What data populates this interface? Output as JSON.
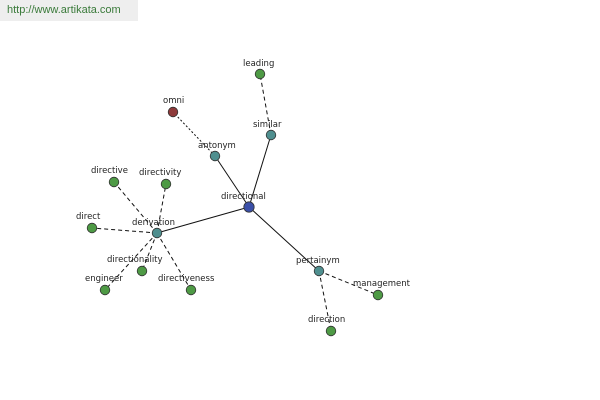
{
  "header": {
    "url": "http://www.artikata.com"
  },
  "colors": {
    "center": "#3a4fa8",
    "relation": "#4f8f8f",
    "word": "#4e9a45",
    "antonym_word": "#8e3a3a"
  },
  "graph": {
    "nodes": [
      {
        "id": "directional",
        "label": "directional",
        "kind": "center"
      },
      {
        "id": "derivation",
        "label": "derivation",
        "kind": "relation"
      },
      {
        "id": "antonym",
        "label": "antonym",
        "kind": "relation"
      },
      {
        "id": "similar",
        "label": "similar",
        "kind": "relation"
      },
      {
        "id": "pertainym",
        "label": "pertainym",
        "kind": "relation"
      },
      {
        "id": "leading",
        "label": "leading",
        "kind": "word"
      },
      {
        "id": "omni",
        "label": "omni",
        "kind": "antonym_word"
      },
      {
        "id": "directive",
        "label": "directive",
        "kind": "word"
      },
      {
        "id": "directivity",
        "label": "directivity",
        "kind": "word"
      },
      {
        "id": "direct",
        "label": "direct",
        "kind": "word"
      },
      {
        "id": "directionality",
        "label": "directionality",
        "kind": "word"
      },
      {
        "id": "engineer",
        "label": "engineer",
        "kind": "word"
      },
      {
        "id": "directiveness",
        "label": "directiveness",
        "kind": "word"
      },
      {
        "id": "management",
        "label": "management",
        "kind": "word"
      },
      {
        "id": "direction",
        "label": "direction",
        "kind": "word"
      }
    ],
    "edges": [
      {
        "from": "directional",
        "to": "derivation",
        "style": "solid"
      },
      {
        "from": "directional",
        "to": "antonym",
        "style": "solid"
      },
      {
        "from": "directional",
        "to": "similar",
        "style": "solid"
      },
      {
        "from": "directional",
        "to": "pertainym",
        "style": "solid"
      },
      {
        "from": "similar",
        "to": "leading",
        "style": "dashed"
      },
      {
        "from": "antonym",
        "to": "omni",
        "style": "dotted"
      },
      {
        "from": "derivation",
        "to": "directive",
        "style": "dashed"
      },
      {
        "from": "derivation",
        "to": "directivity",
        "style": "dashed"
      },
      {
        "from": "derivation",
        "to": "direct",
        "style": "dashed"
      },
      {
        "from": "derivation",
        "to": "directionality",
        "style": "dashed"
      },
      {
        "from": "derivation",
        "to": "engineer",
        "style": "dashed"
      },
      {
        "from": "derivation",
        "to": "directiveness",
        "style": "dashed"
      },
      {
        "from": "pertainym",
        "to": "management",
        "style": "dashed"
      },
      {
        "from": "pertainym",
        "to": "direction",
        "style": "dashed"
      }
    ]
  }
}
